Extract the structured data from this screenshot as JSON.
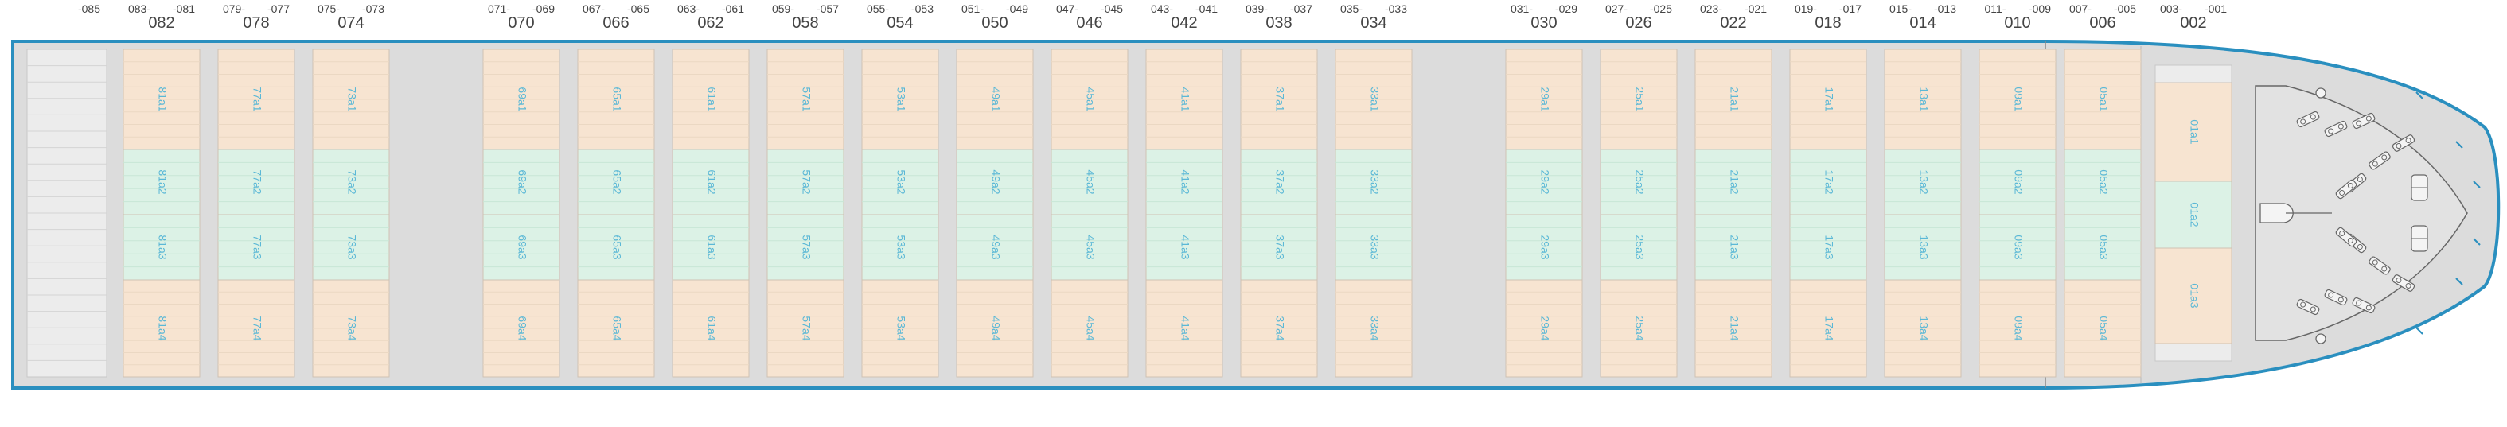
{
  "colors": {
    "hull_outline": "#2a8fbf",
    "deck": "#dcdcdc",
    "bay_outer": "#f7e4d1",
    "bay_inner": "#dcf2e6",
    "label": "#5bb8d6",
    "header": "#444444",
    "bow_lines": "#666666"
  },
  "hatch_numbers": {
    "left_cover": {
      "cols": [
        "",
        "-085"
      ],
      "bay": ""
    },
    "bays": [
      {
        "cols": [
          "083-",
          "-081"
        ],
        "bay": "082"
      },
      {
        "cols": [
          "079-",
          "-077"
        ],
        "bay": "078"
      },
      {
        "cols": [
          "075-",
          "-073"
        ],
        "bay": "074"
      },
      {
        "cols": [
          "071-",
          "-069"
        ],
        "bay": "070"
      },
      {
        "cols": [
          "067-",
          "-065"
        ],
        "bay": "066"
      },
      {
        "cols": [
          "063-",
          "-061"
        ],
        "bay": "062"
      },
      {
        "cols": [
          "059-",
          "-057"
        ],
        "bay": "058"
      },
      {
        "cols": [
          "055-",
          "-053"
        ],
        "bay": "054"
      },
      {
        "cols": [
          "051-",
          "-049"
        ],
        "bay": "050"
      },
      {
        "cols": [
          "047-",
          "-045"
        ],
        "bay": "046"
      },
      {
        "cols": [
          "043-",
          "-041"
        ],
        "bay": "042"
      },
      {
        "cols": [
          "039-",
          "-037"
        ],
        "bay": "038"
      },
      {
        "cols": [
          "035-",
          "-033"
        ],
        "bay": "034"
      },
      {
        "cols": [
          "031-",
          "-029"
        ],
        "bay": "030"
      },
      {
        "cols": [
          "027-",
          "-025"
        ],
        "bay": "026"
      },
      {
        "cols": [
          "023-",
          "-021"
        ],
        "bay": "022"
      },
      {
        "cols": [
          "019-",
          "-017"
        ],
        "bay": "018"
      },
      {
        "cols": [
          "015-",
          "-013"
        ],
        "bay": "014"
      },
      {
        "cols": [
          "011-",
          "-009"
        ],
        "bay": "010"
      },
      {
        "cols": [
          "007-",
          "-005"
        ],
        "bay": "006"
      },
      {
        "cols": [
          "003-",
          "-001"
        ],
        "bay": "002"
      }
    ]
  },
  "bays": [
    {
      "labels": [
        "81a1",
        "81a2",
        "81a3",
        "81a4"
      ]
    },
    {
      "labels": [
        "77a1",
        "77a2",
        "77a3",
        "77a4"
      ]
    },
    {
      "labels": [
        "73a1",
        "73a2",
        "73a3",
        "73a4"
      ]
    },
    {
      "labels": [
        "69a1",
        "69a2",
        "69a3",
        "69a4"
      ]
    },
    {
      "labels": [
        "65a1",
        "65a2",
        "65a3",
        "65a4"
      ]
    },
    {
      "labels": [
        "61a1",
        "61a2",
        "61a3",
        "61a4"
      ]
    },
    {
      "labels": [
        "57a1",
        "57a2",
        "57a3",
        "57a4"
      ]
    },
    {
      "labels": [
        "53a1",
        "53a2",
        "53a3",
        "53a4"
      ]
    },
    {
      "labels": [
        "49a1",
        "49a2",
        "49a3",
        "49a4"
      ]
    },
    {
      "labels": [
        "45a1",
        "45a2",
        "45a3",
        "45a4"
      ]
    },
    {
      "labels": [
        "41a1",
        "41a2",
        "41a3",
        "41a4"
      ]
    },
    {
      "labels": [
        "37a1",
        "37a2",
        "37a3",
        "37a4"
      ]
    },
    {
      "labels": [
        "33a1",
        "33a2",
        "33a3",
        "33a4"
      ]
    },
    {
      "labels": [
        "29a1",
        "29a2",
        "29a3",
        "29a4"
      ]
    },
    {
      "labels": [
        "25a1",
        "25a2",
        "25a3",
        "25a4"
      ]
    },
    {
      "labels": [
        "21a1",
        "21a2",
        "21a3",
        "21a4"
      ]
    },
    {
      "labels": [
        "17a1",
        "17a2",
        "17a3",
        "17a4"
      ]
    },
    {
      "labels": [
        "13a1",
        "13a2",
        "13a3",
        "13a4"
      ]
    },
    {
      "labels": [
        "09a1",
        "09a2",
        "09a3",
        "09a4"
      ]
    },
    {
      "labels": [
        "05a1",
        "05a2",
        "05a3",
        "05a4"
      ]
    },
    {
      "labels": [
        "01a1",
        "01a2",
        "01a3"
      ]
    }
  ]
}
